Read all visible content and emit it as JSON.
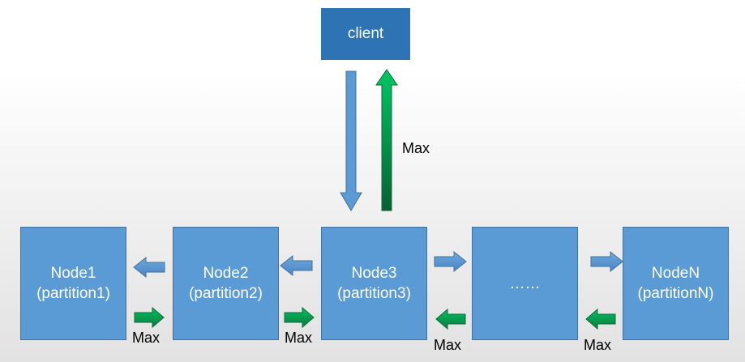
{
  "client": {
    "label": "client"
  },
  "nodes": [
    {
      "line1": "Node1",
      "line2": "(partition1)"
    },
    {
      "line1": "Node2",
      "line2": "(partition2)"
    },
    {
      "line1": "Node3",
      "line2": "(partition3)"
    },
    {
      "line1": "……",
      "line2": ""
    },
    {
      "line1": "NodeN",
      "line2": "(partitionN)"
    }
  ],
  "edge_labels": {
    "vertical_max": "Max",
    "node2_to_node1_max": "Max",
    "node3_to_node2_max": "Max",
    "ellipsis_to_node3_max": "Max",
    "nodeN_to_ellipsis_max": "Max"
  },
  "colors": {
    "request_arrow": "#5b9bd5",
    "max_arrow_light": "#00c060",
    "max_arrow_dark": "#0a6b3a",
    "node_fill": "#5b9bd5",
    "client_fill": "#2e74b5"
  }
}
